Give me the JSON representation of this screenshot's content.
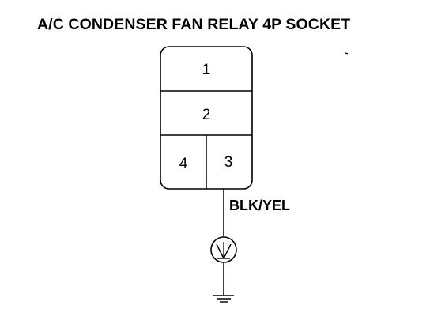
{
  "title": "A/C CONDENSER FAN RELAY 4P SOCKET",
  "connector": {
    "pins": [
      {
        "number": "1"
      },
      {
        "number": "2"
      },
      {
        "number": "4"
      },
      {
        "number": "3"
      }
    ]
  },
  "wire": {
    "color_label": "BLK/YEL"
  },
  "symbols": {
    "meter": "voltmeter-icon",
    "ground": "ground-icon"
  },
  "colors": {
    "line": "#000000",
    "background": "#ffffff"
  }
}
